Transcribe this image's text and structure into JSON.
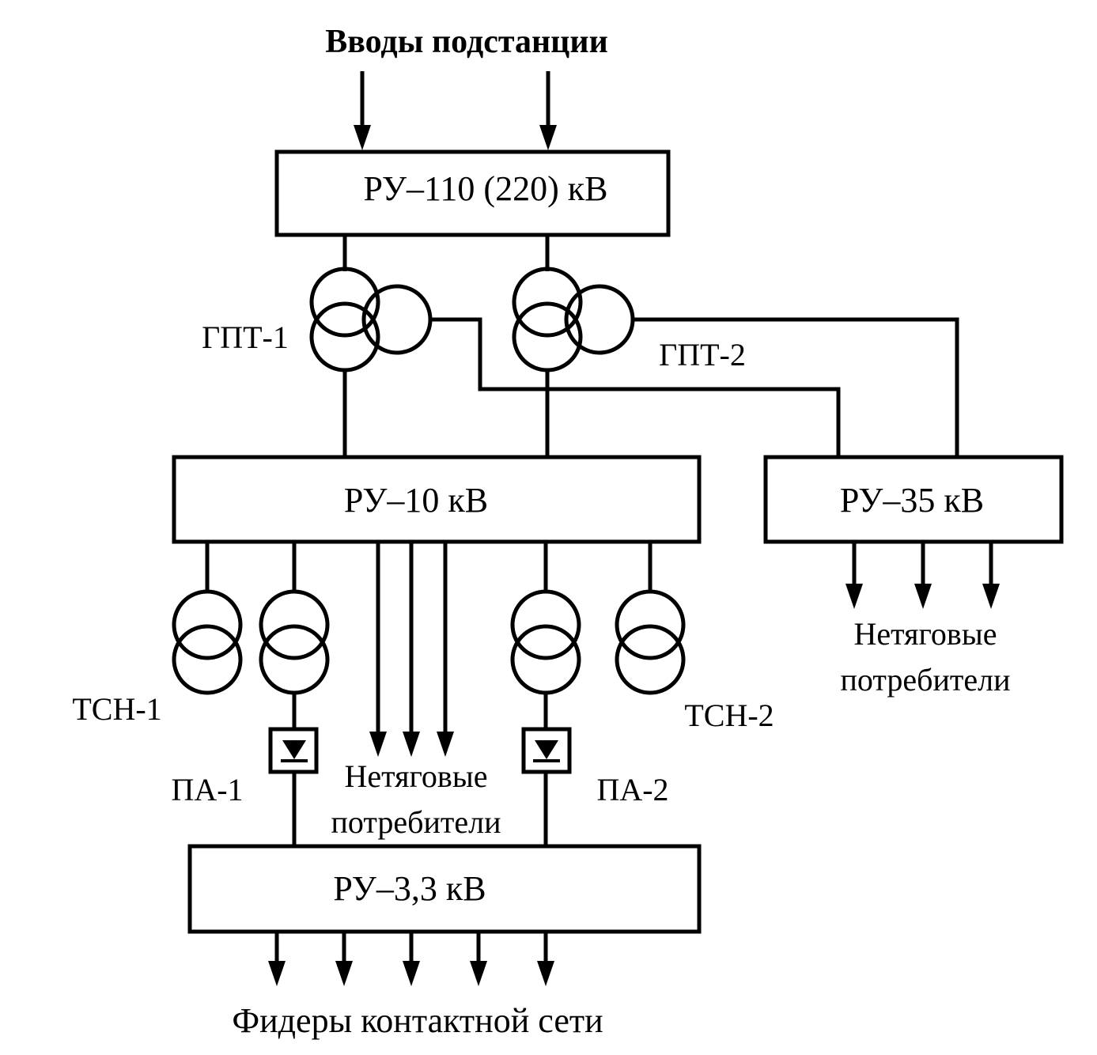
{
  "title": "Вводы подстанции",
  "blocks": {
    "ru110": "РУ–110 (220) кВ",
    "ru10": "РУ–10 кВ",
    "ru35": "РУ–35 кВ",
    "ru33": "РУ–3,3 кВ"
  },
  "transformers": {
    "gpt1": "ГПТ-1",
    "gpt2": "ГПТ-2",
    "tsn1": "ТСН-1",
    "tsn2": "ТСН-2"
  },
  "converters": {
    "pa1": "ПА-1",
    "pa2": "ПА-2"
  },
  "consumers": {
    "center_line1": "Нетяговые",
    "center_line2": "потребители",
    "right_line1": "Нетяговые",
    "right_line2": "потребители"
  },
  "feeders": "Фидеры контактной сети"
}
